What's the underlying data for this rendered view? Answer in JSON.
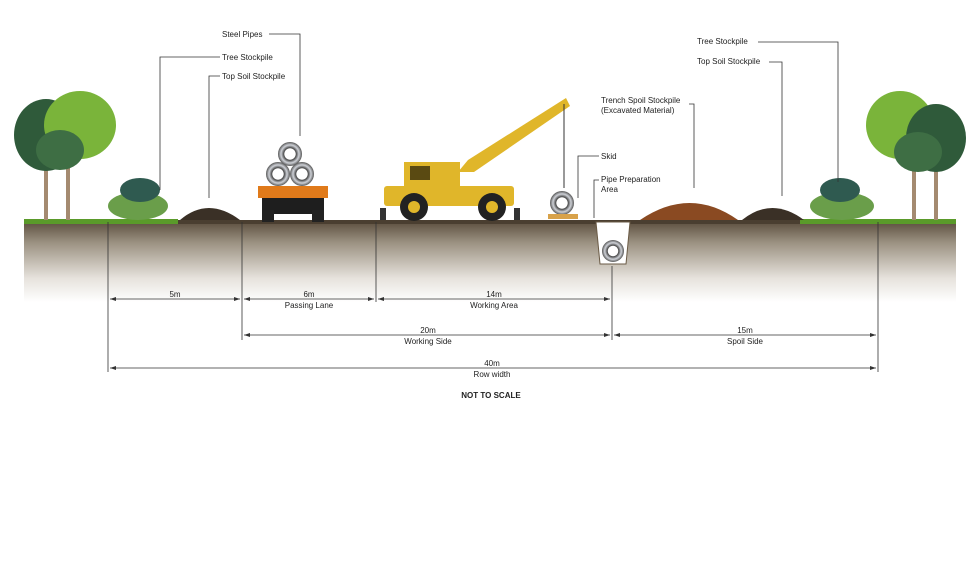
{
  "labels": {
    "steel_pipes": "Steel Pipes",
    "tree_stockpile_left": "Tree Stockpile",
    "topsoil_stockpile_left": "Top Soil Stockpile",
    "trench_spoil_line1": "Trench Spoil Stockpile",
    "trench_spoil_line2": "(Excavated Material)",
    "skid": "Skid",
    "pipe_prep_line1": "Pipe Preparation",
    "pipe_prep_line2": "Area",
    "tree_stockpile_right": "Tree Stockpile",
    "topsoil_stockpile_right": "Top Soil Stockpile"
  },
  "dimensions": {
    "d5_value": "5m",
    "d6_value": "6m",
    "d6_label": "Passing Lane",
    "d14_value": "14m",
    "d14_label": "Working Area",
    "d20_value": "20m",
    "d20_label": "Working Side",
    "d15_value": "15m",
    "d15_label": "Spoil Side",
    "d40_value": "40m",
    "d40_label": "Row width"
  },
  "note": "NOT TO SCALE",
  "colors": {
    "grass": "#5a9a2a",
    "soil_top": "#6a5a45",
    "topsoil_pile": "#3a3026",
    "spoil_pile": "#8a4a22",
    "crane_yellow": "#e0b62a",
    "truck_orange": "#e07a1a",
    "foliage_dark": "#2f5a3a",
    "foliage_light": "#7ab43a"
  }
}
